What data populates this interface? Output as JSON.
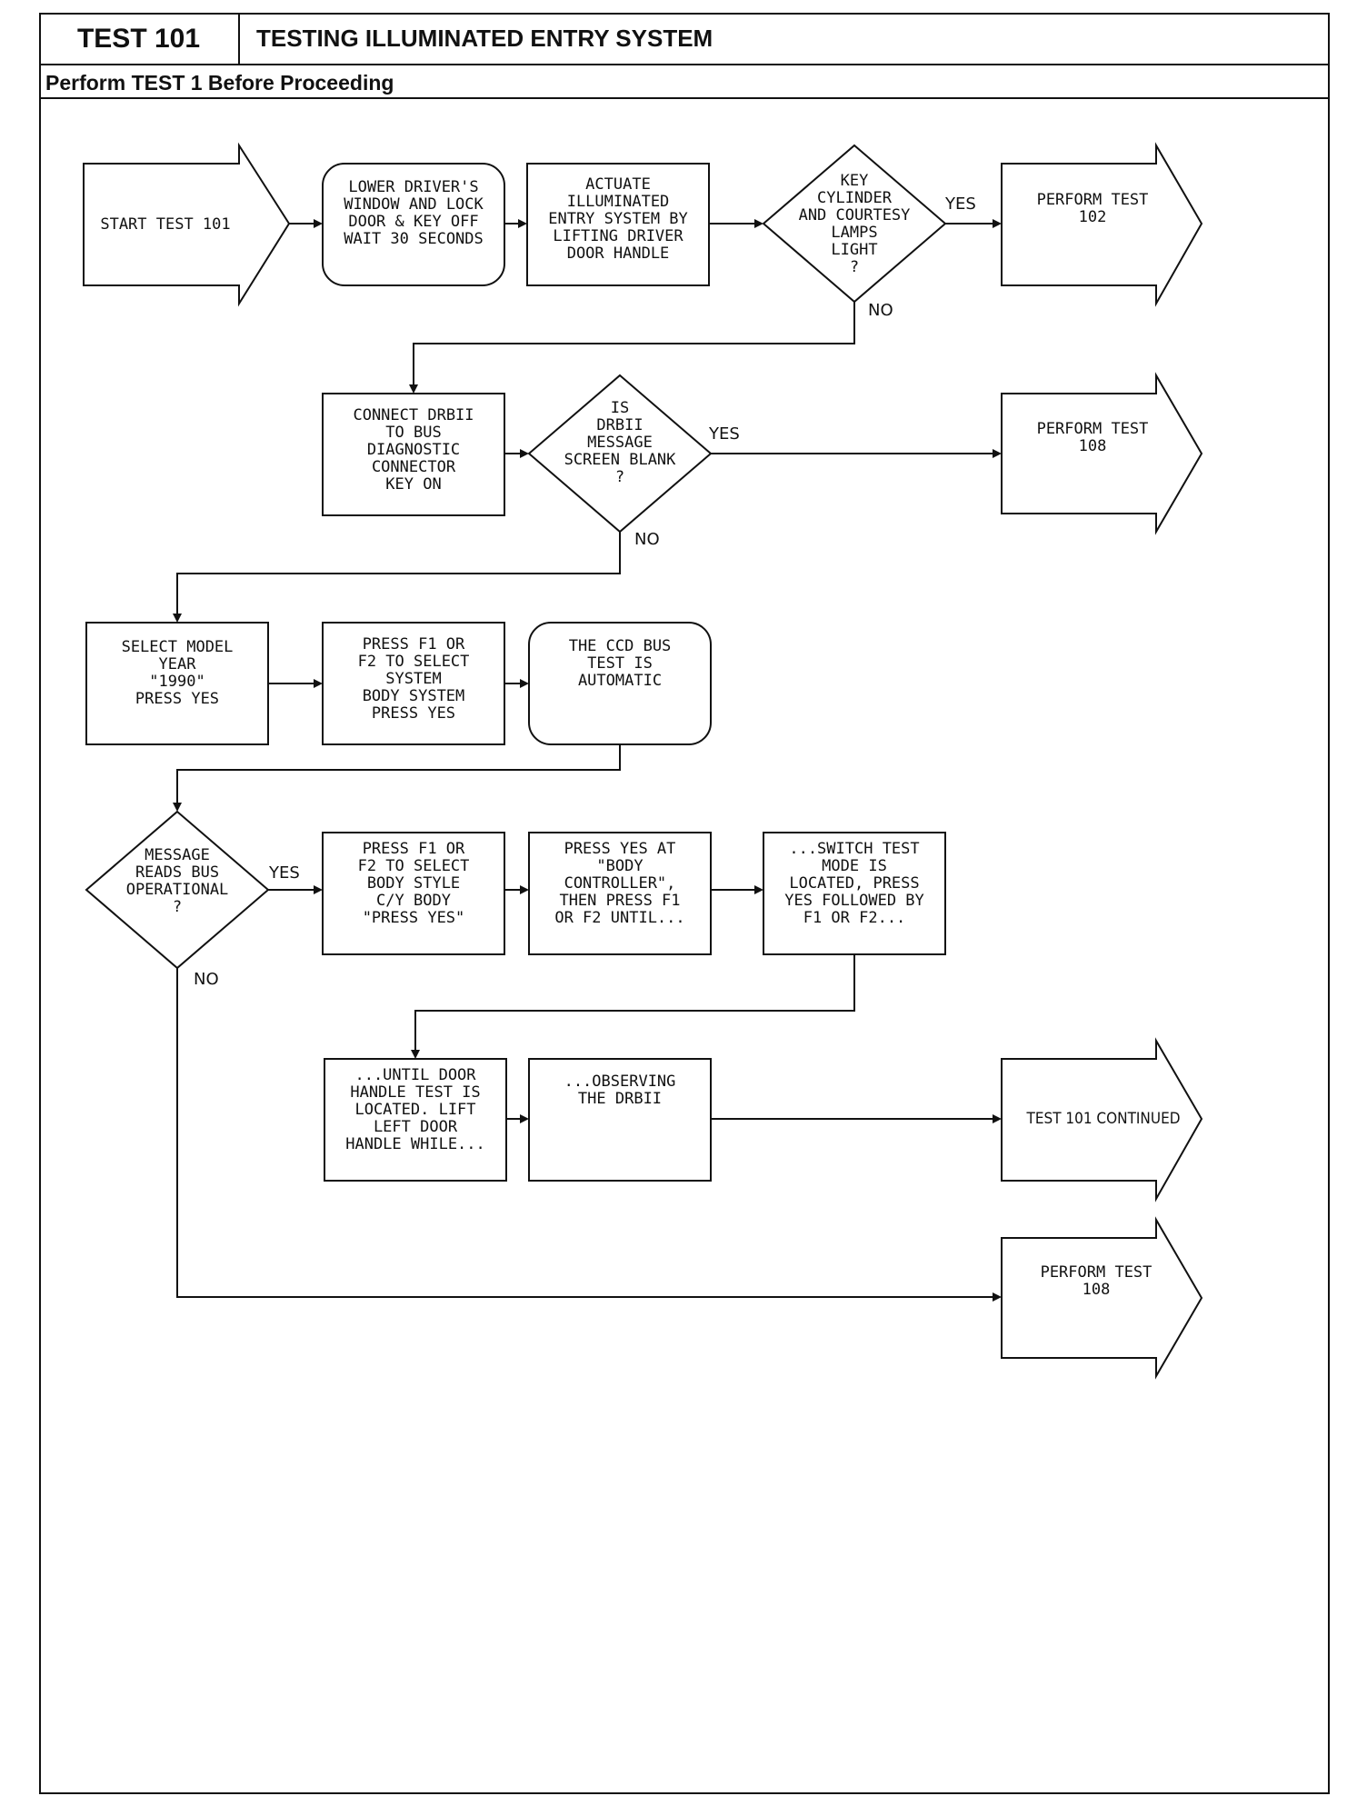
{
  "header": {
    "test_id": "TEST 101",
    "title": "TESTING ILLUMINATED ENTRY SYSTEM",
    "subtitle": "Perform TEST 1 Before Proceeding"
  },
  "flow": {
    "start": "START TEST 101",
    "lower_window": "LOWER DRIVER'S\nWINDOW AND LOCK\nDOOR & KEY OFF\nWAIT 30 SECONDS",
    "actuate": "ACTUATE\nILLUMINATED\nENTRY SYSTEM BY\nLIFTING DRIVER\nDOOR HANDLE",
    "lamps_question": "KEY\nCYLINDER\nAND COURTESY\nLAMPS\nLIGHT\n?",
    "perform_102": "PERFORM TEST\n102",
    "connect_drbii": "CONNECT DRBII\nTO BUS\nDIAGNOSTIC\nCONNECTOR\nKEY ON",
    "screen_question": "IS\nDRBII\nMESSAGE\nSCREEN BLANK\n?",
    "perform_108_a": "PERFORM TEST\n108",
    "select_model": "SELECT MODEL\nYEAR\n\"1990\"\nPRESS YES",
    "select_system": "PRESS F1 OR\nF2 TO SELECT\nSYSTEM\nBODY SYSTEM\nPRESS YES",
    "ccd_auto": "THE CCD BUS\nTEST IS\nAUTOMATIC",
    "bus_question": "MESSAGE\nREADS BUS\nOPERATIONAL\n?",
    "select_style": "PRESS F1 OR\nF2 TO SELECT\nBODY STYLE\nC/Y BODY\n\"PRESS YES\"",
    "body_controller": "PRESS YES AT\n\"BODY\nCONTROLLER\",\nTHEN PRESS F1\nOR F2 UNTIL...",
    "switch_test": "...SWITCH TEST\nMODE IS\nLOCATED, PRESS\nYES FOLLOWED BY\nF1 OR F2...",
    "door_handle_test": "...UNTIL DOOR\nHANDLE TEST IS\nLOCATED. LIFT\nLEFT DOOR\nHANDLE WHILE...",
    "observing": "...OBSERVING\nTHE DRBII",
    "continued": "TEST 101 CONTINUED",
    "perform_108_b": "PERFORM TEST\n108",
    "yes": "YES",
    "no": "NO"
  }
}
